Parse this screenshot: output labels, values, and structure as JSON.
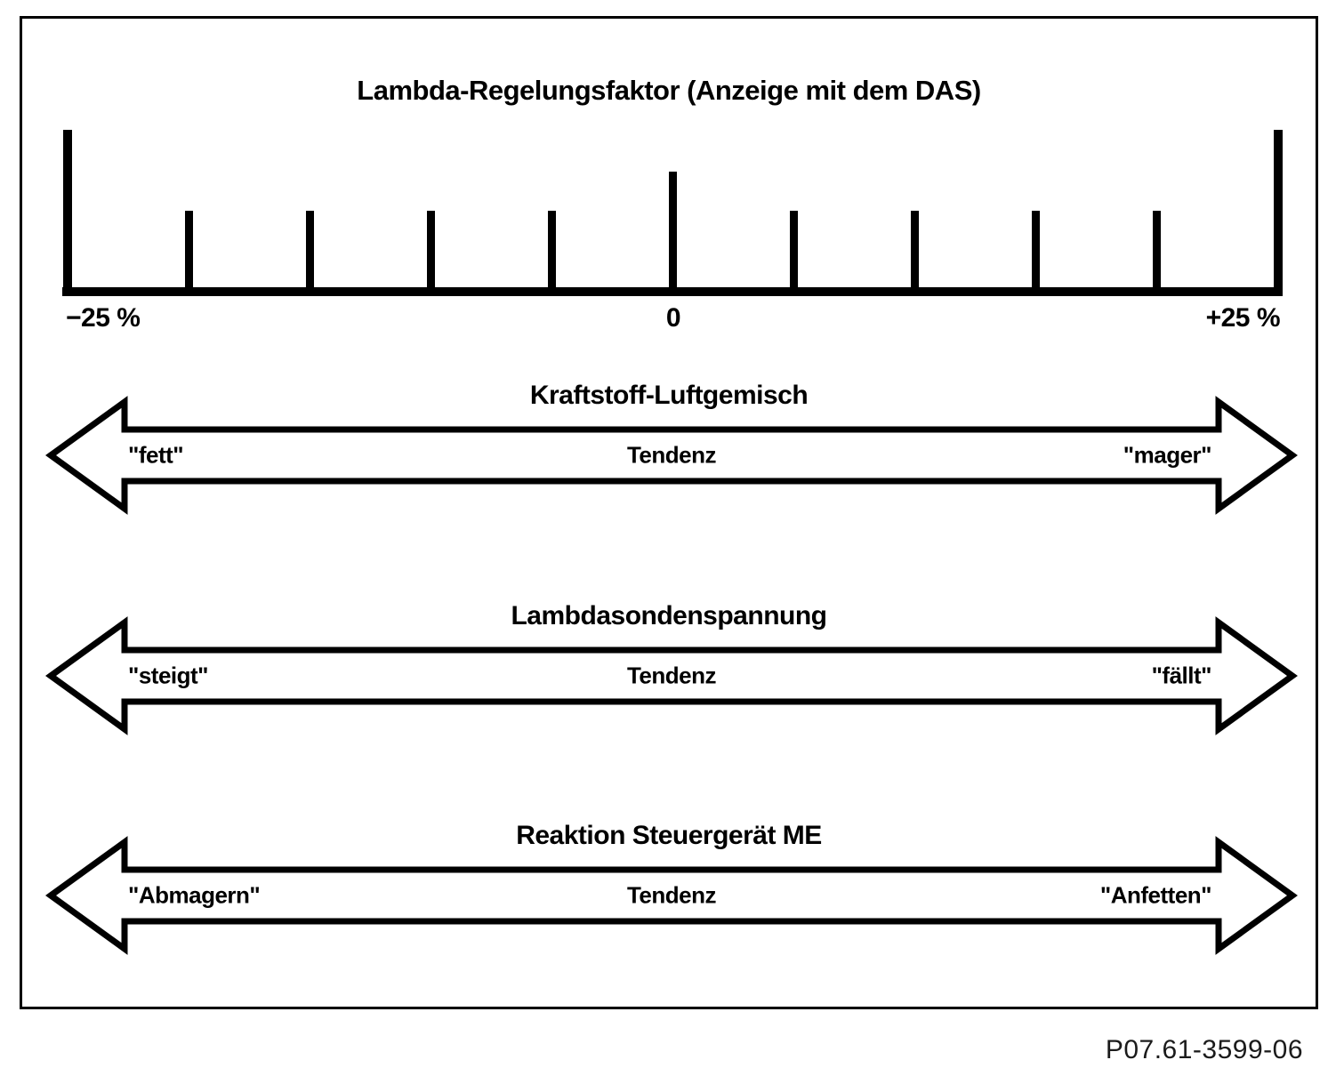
{
  "figure": {
    "code": "P07.61-3599-06"
  },
  "scale": {
    "title": "Lambda-Regelungsfaktor (Anzeige mit dem DAS)",
    "unit": "%",
    "min": -25,
    "max": 25,
    "step": 5,
    "tick_values": [
      -25,
      -20,
      -15,
      -10,
      -5,
      0,
      5,
      10,
      15,
      20,
      25
    ],
    "min_label": "−25 %",
    "zero_label": "0",
    "max_label": "+25 %"
  },
  "arrows": [
    {
      "title": "Kraftstoff-Luftgemisch",
      "left": "\"fett\"",
      "center": "Tendenz",
      "right": "\"mager\""
    },
    {
      "title": "Lambdasondenspannung",
      "left": "\"steigt\"",
      "center": "Tendenz",
      "right": "\"fällt\""
    },
    {
      "title": "Reaktion Steuergerät ME",
      "left": "\"Abmagern\"",
      "center": "Tendenz",
      "right": "\"Anfetten\""
    }
  ],
  "colors": {
    "ink": "#000000",
    "background": "#ffffff"
  }
}
